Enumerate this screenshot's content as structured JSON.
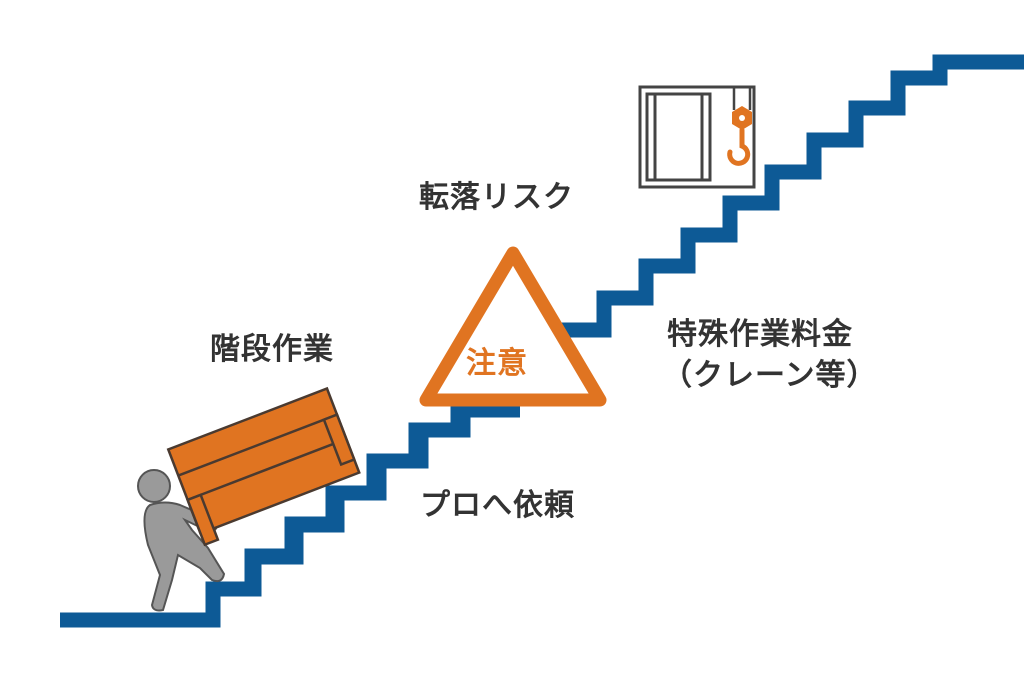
{
  "labels": {
    "fall_risk": "転落リスク",
    "stair_work": "階段作業",
    "special_fee_line1": "特殊作業料金",
    "special_fee_line2": "（クレーン等）",
    "request_pro": "プロへ依頼"
  },
  "warning_sign": {
    "text": "注意",
    "icon": "warning-triangle-icon"
  },
  "icons": {
    "person": "person-carrying-icon",
    "furniture": "sofa-icon",
    "crane_box": "crane-hook-icon",
    "staircase": "staircase-icon"
  },
  "colors": {
    "stair_blue": "#0d5a96",
    "accent_orange": "#e07421",
    "text_dark": "#333333",
    "person_gray": "#9a9a9a",
    "outline": "#4a3a30"
  }
}
